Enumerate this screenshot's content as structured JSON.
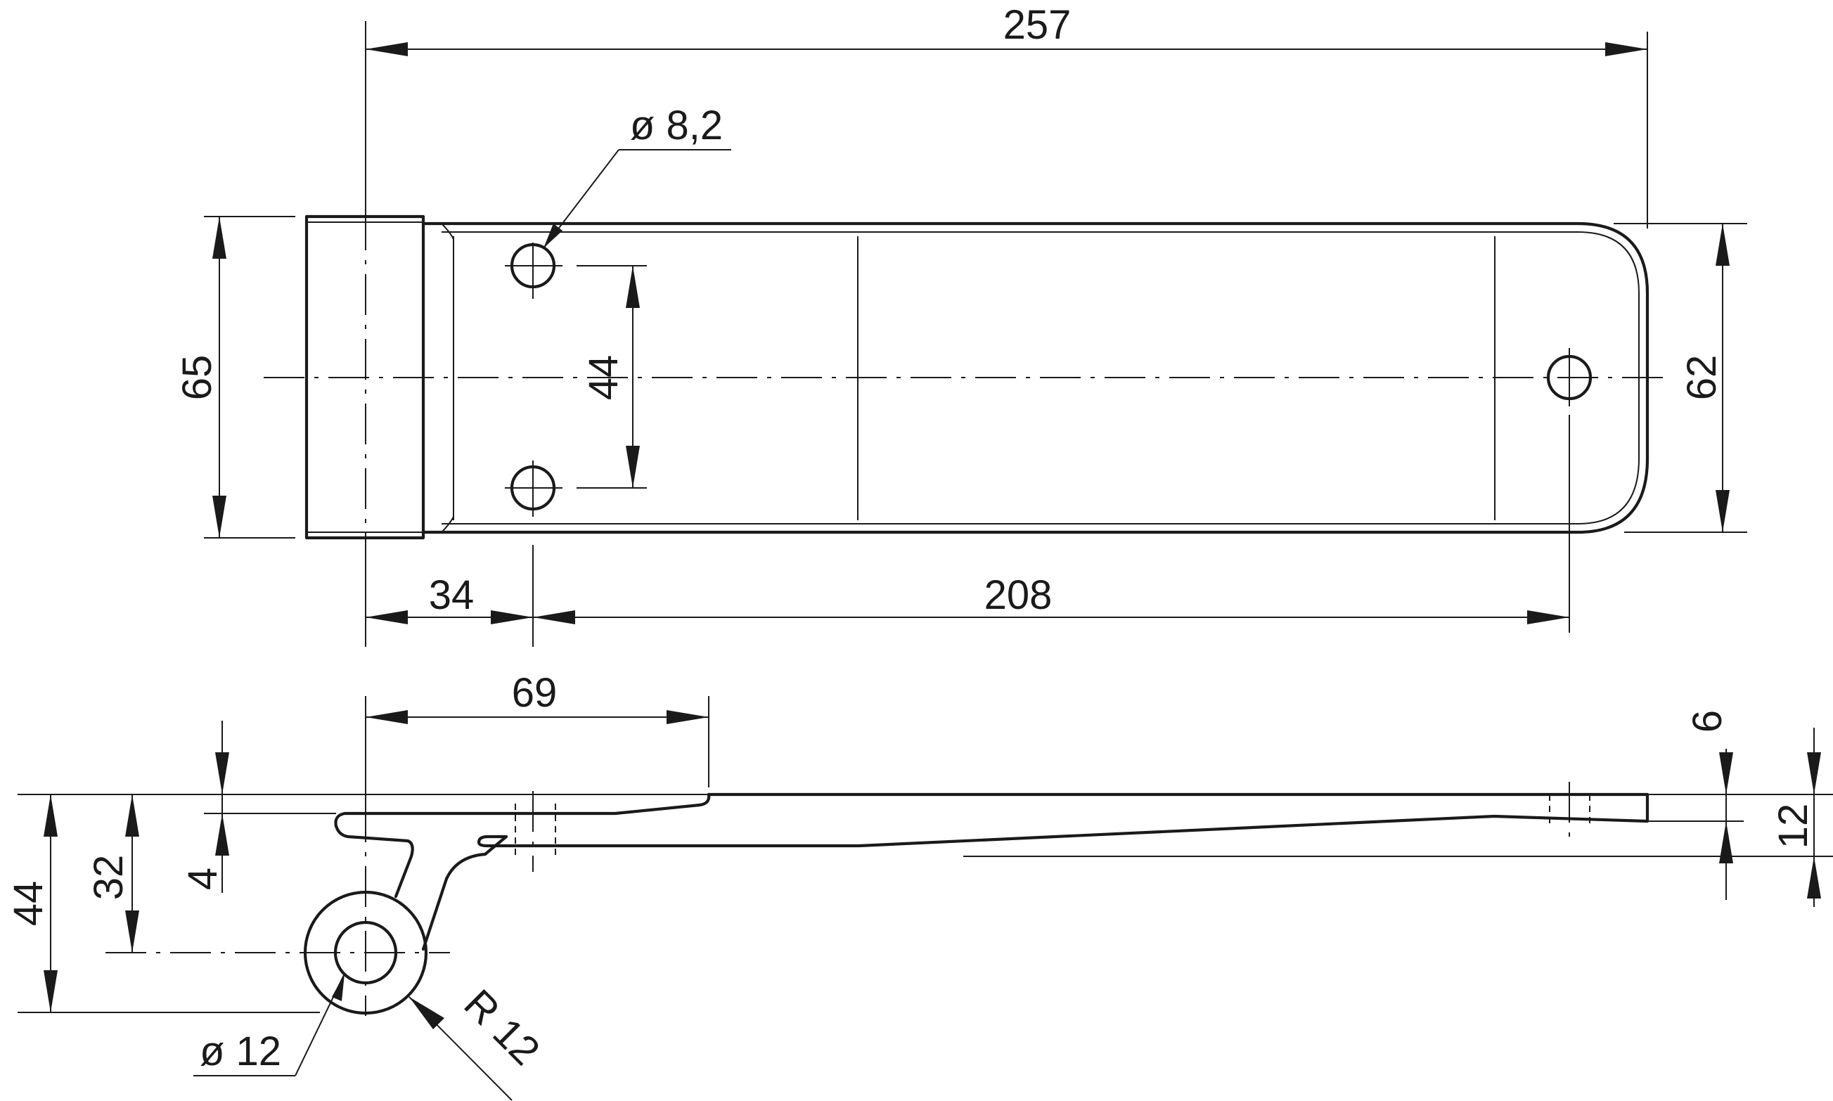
{
  "drawing": {
    "dimensions": {
      "overall_length": "257",
      "hole_diameter": "ø 8,2",
      "hole_spacing": "44",
      "knuckle_height": "65",
      "leaf_width": "62",
      "offset_34": "34",
      "offset_208": "208",
      "length_69": "69",
      "height_44": "44",
      "height_32": "32",
      "height_4": "4",
      "thickness_6": "6",
      "thickness_12": "12",
      "pin_diameter": "ø 12",
      "bend_radius": "R 12"
    }
  }
}
